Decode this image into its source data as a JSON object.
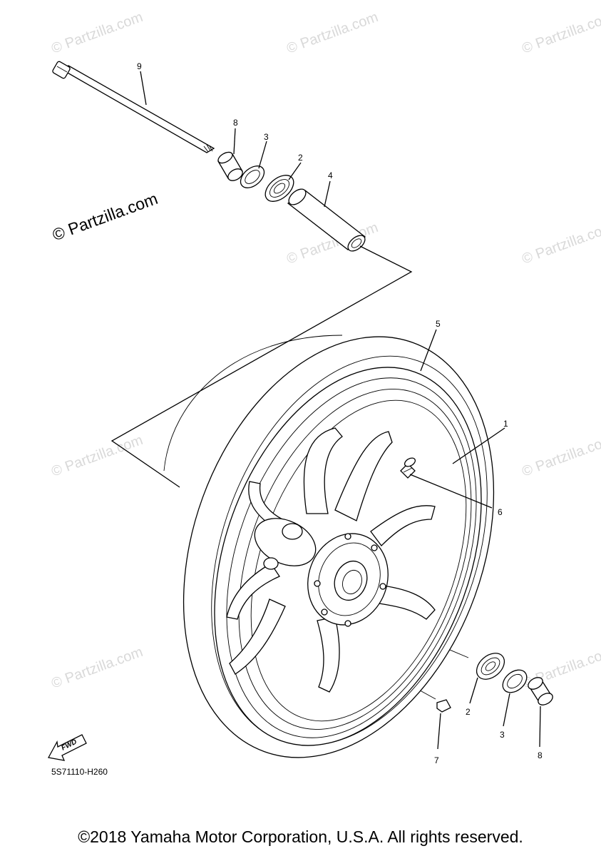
{
  "watermark_text": "© Partzilla.com",
  "partzilla_mark": "© Partzilla.com",
  "diagram_code": "5S71110-H260",
  "fwd_label": "FWD",
  "copyright": "©2018 Yamaha Motor Corporation, U.S.A. All rights reserved.",
  "callouts": {
    "axle": "9",
    "collar_top": "8",
    "oil_seal_top": "3",
    "bearing_top": "2",
    "spacer": "4",
    "tire": "5",
    "wheel": "1",
    "valve": "6",
    "bearing_bottom": "2",
    "oil_seal_bottom": "3",
    "collar_bottom": "8",
    "balance_weight": "7"
  }
}
